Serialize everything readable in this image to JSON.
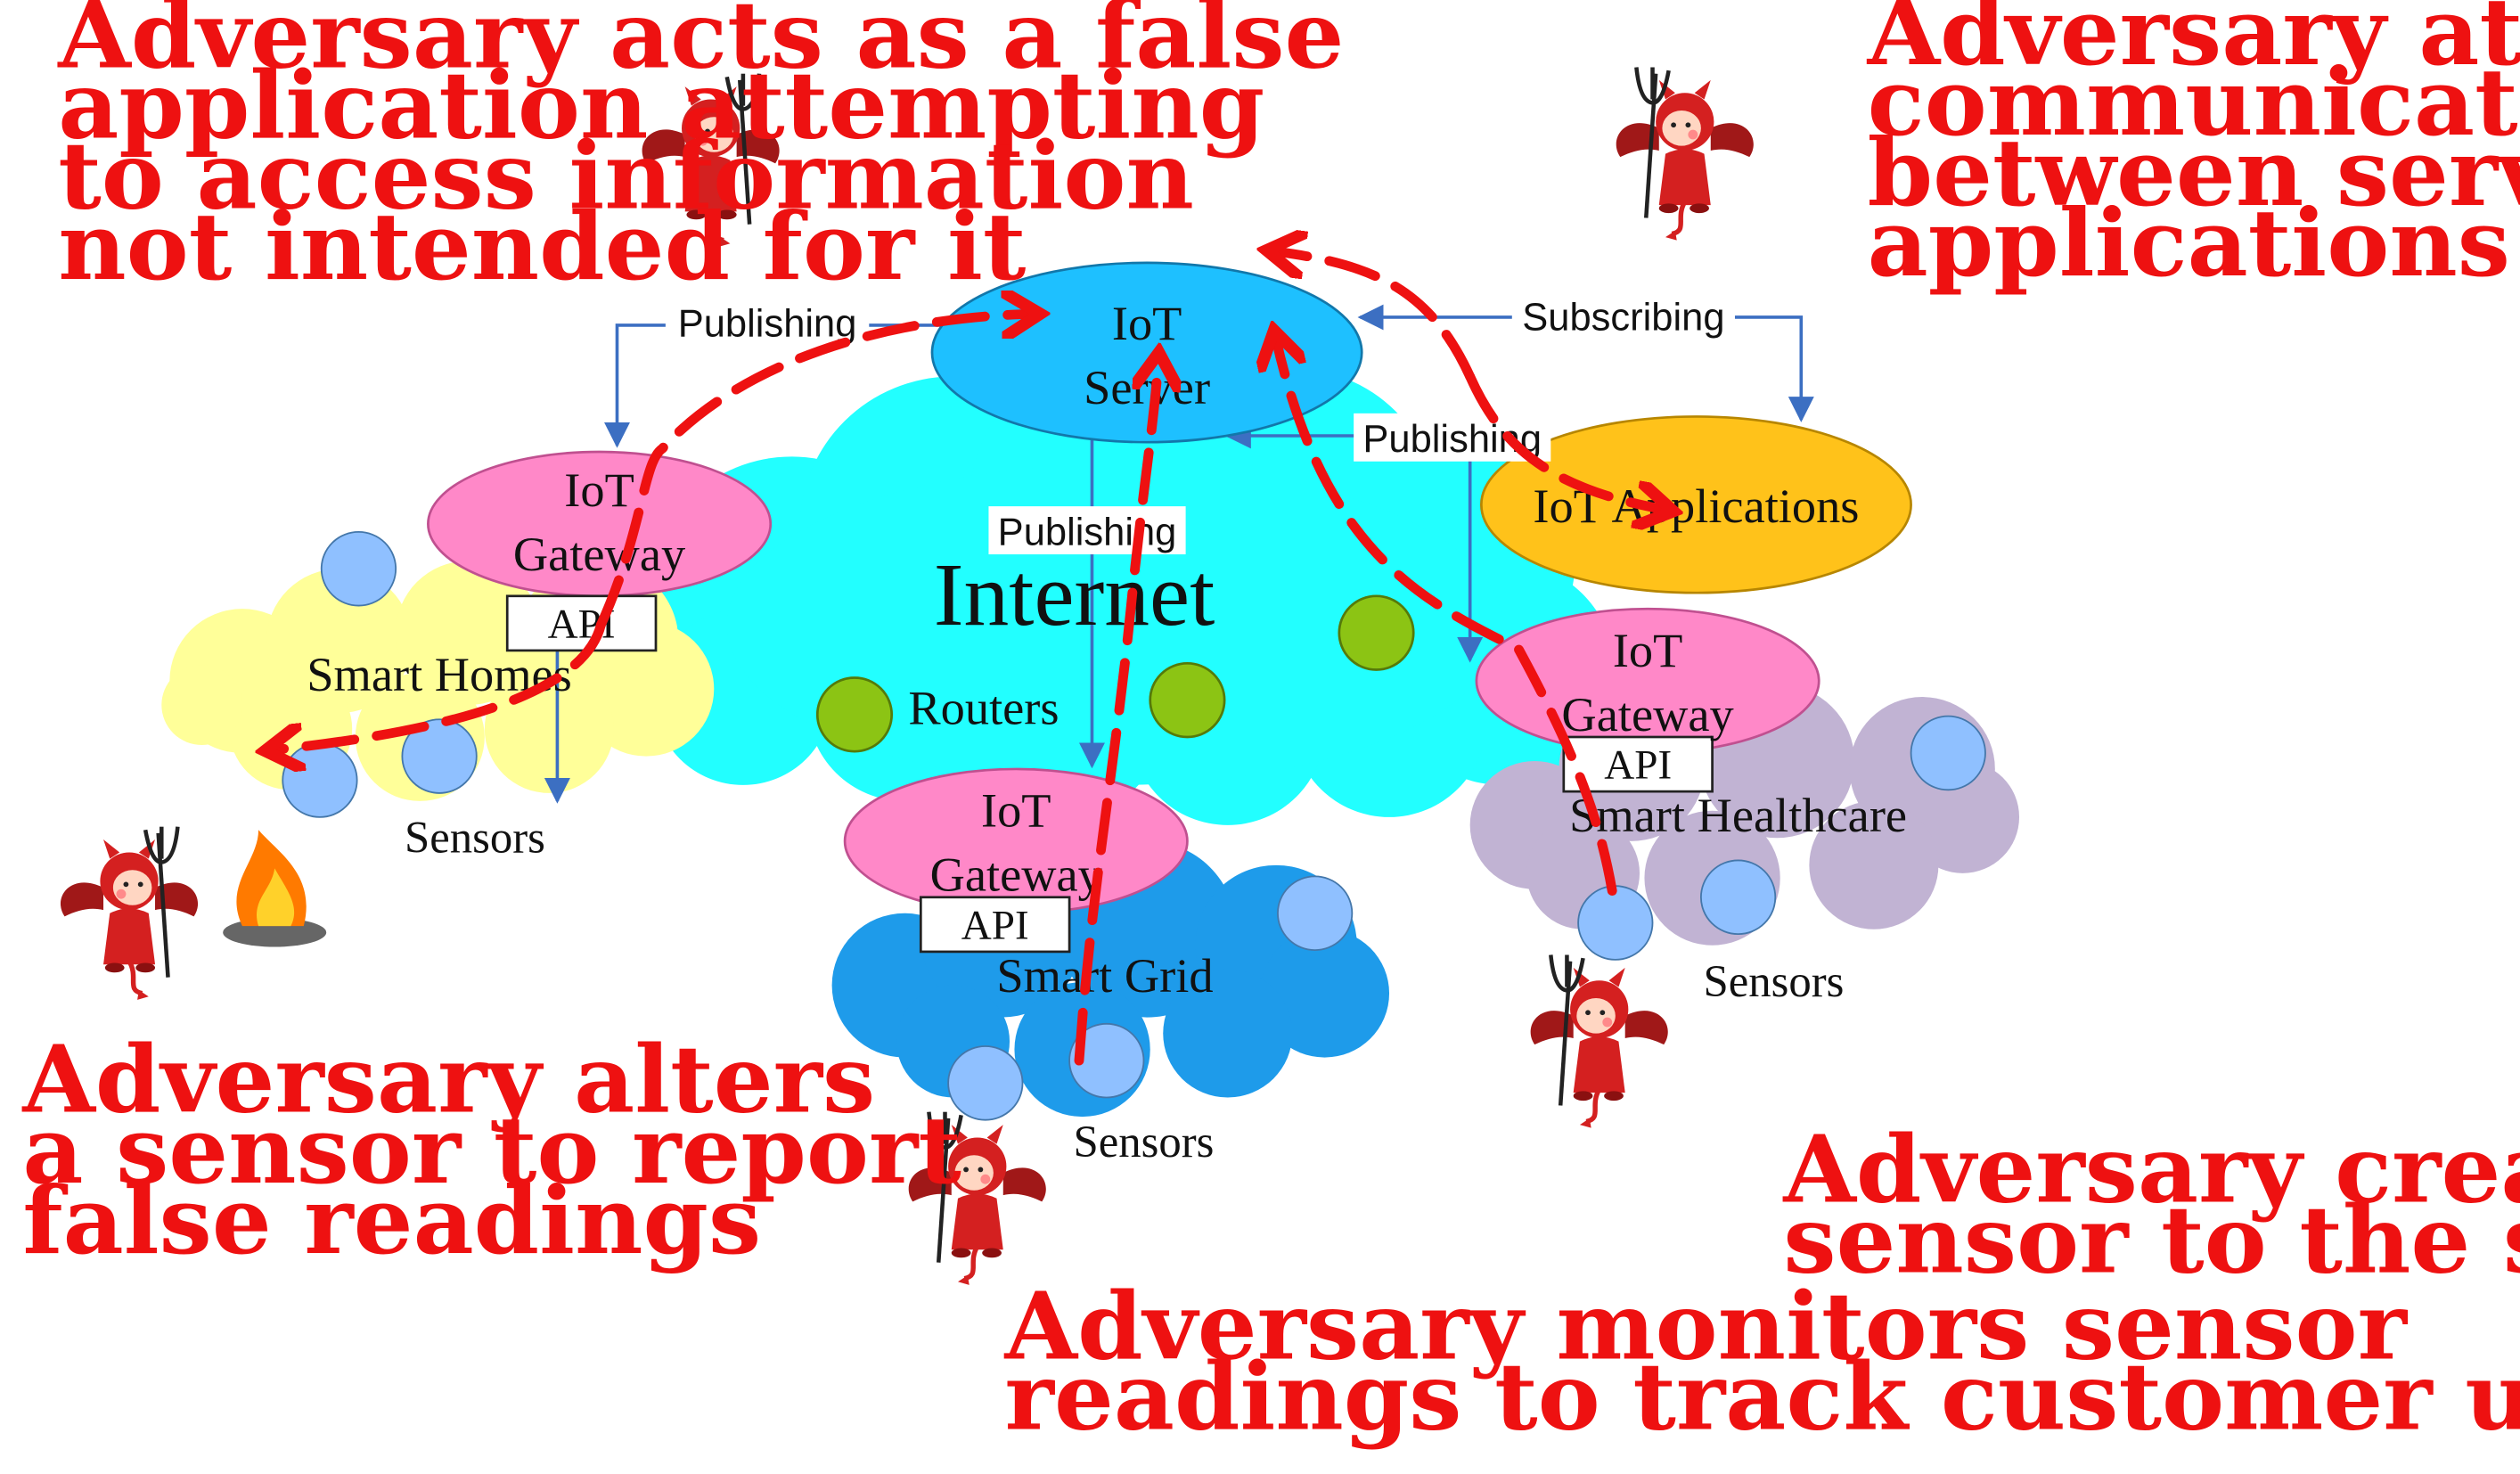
{
  "captions": {
    "false_application": [
      "Adversary acts as a false",
      "application attempting",
      "to access information",
      "not intended for it"
    ],
    "conduit_attack": [
      "Adversary attacks",
      "communication conduit",
      "between server and",
      "applications"
    ],
    "alter_sensor": [
      "Adversary alters",
      "a sensor to report",
      "false readings"
    ],
    "spoofing_sensor": [
      "Adversary creates a spoofing",
      "sensor to the system"
    ],
    "monitor_readings": [
      "Adversary monitors sensor",
      "readings to track customer usage"
    ]
  },
  "nodes": {
    "iot_server": [
      "IoT",
      "Server"
    ],
    "iot_applications": "IoT Applications",
    "internet": "Internet",
    "routers": "Routers",
    "gateway_home": [
      "IoT",
      "Gateway"
    ],
    "gateway_grid": [
      "IoT",
      "Gateway"
    ],
    "gateway_health": [
      "IoT",
      "Gateway"
    ],
    "api_home": "API",
    "api_grid": "API",
    "api_health": "API",
    "smart_homes": "Smart Homes",
    "smart_grid": "Smart Grid",
    "smart_healthcare": "Smart Healthcare",
    "sensors_home": "Sensors",
    "sensors_grid": "Sensors",
    "sensors_health": "Sensors"
  },
  "links": {
    "publishing_left": "Publishing",
    "publishing_right": "Publishing",
    "publishing_center": "Publishing",
    "subscribing": "Subscribing"
  },
  "colors": {
    "internet_cloud": "#22ffff",
    "server": "#1ec0ff",
    "applications": "#ffc21a",
    "gateway": "#ff88c8",
    "smart_homes_cloud": "#ffff99",
    "smart_grid_cloud": "#1e9bea",
    "smart_healthcare_cloud": "#c1b3d3",
    "router": "#8cc414",
    "sensor": "#8fc0ff",
    "link": "#3c6fc2",
    "attack": "#ee1111"
  },
  "icons": [
    "devil-icon",
    "fire-icon"
  ]
}
